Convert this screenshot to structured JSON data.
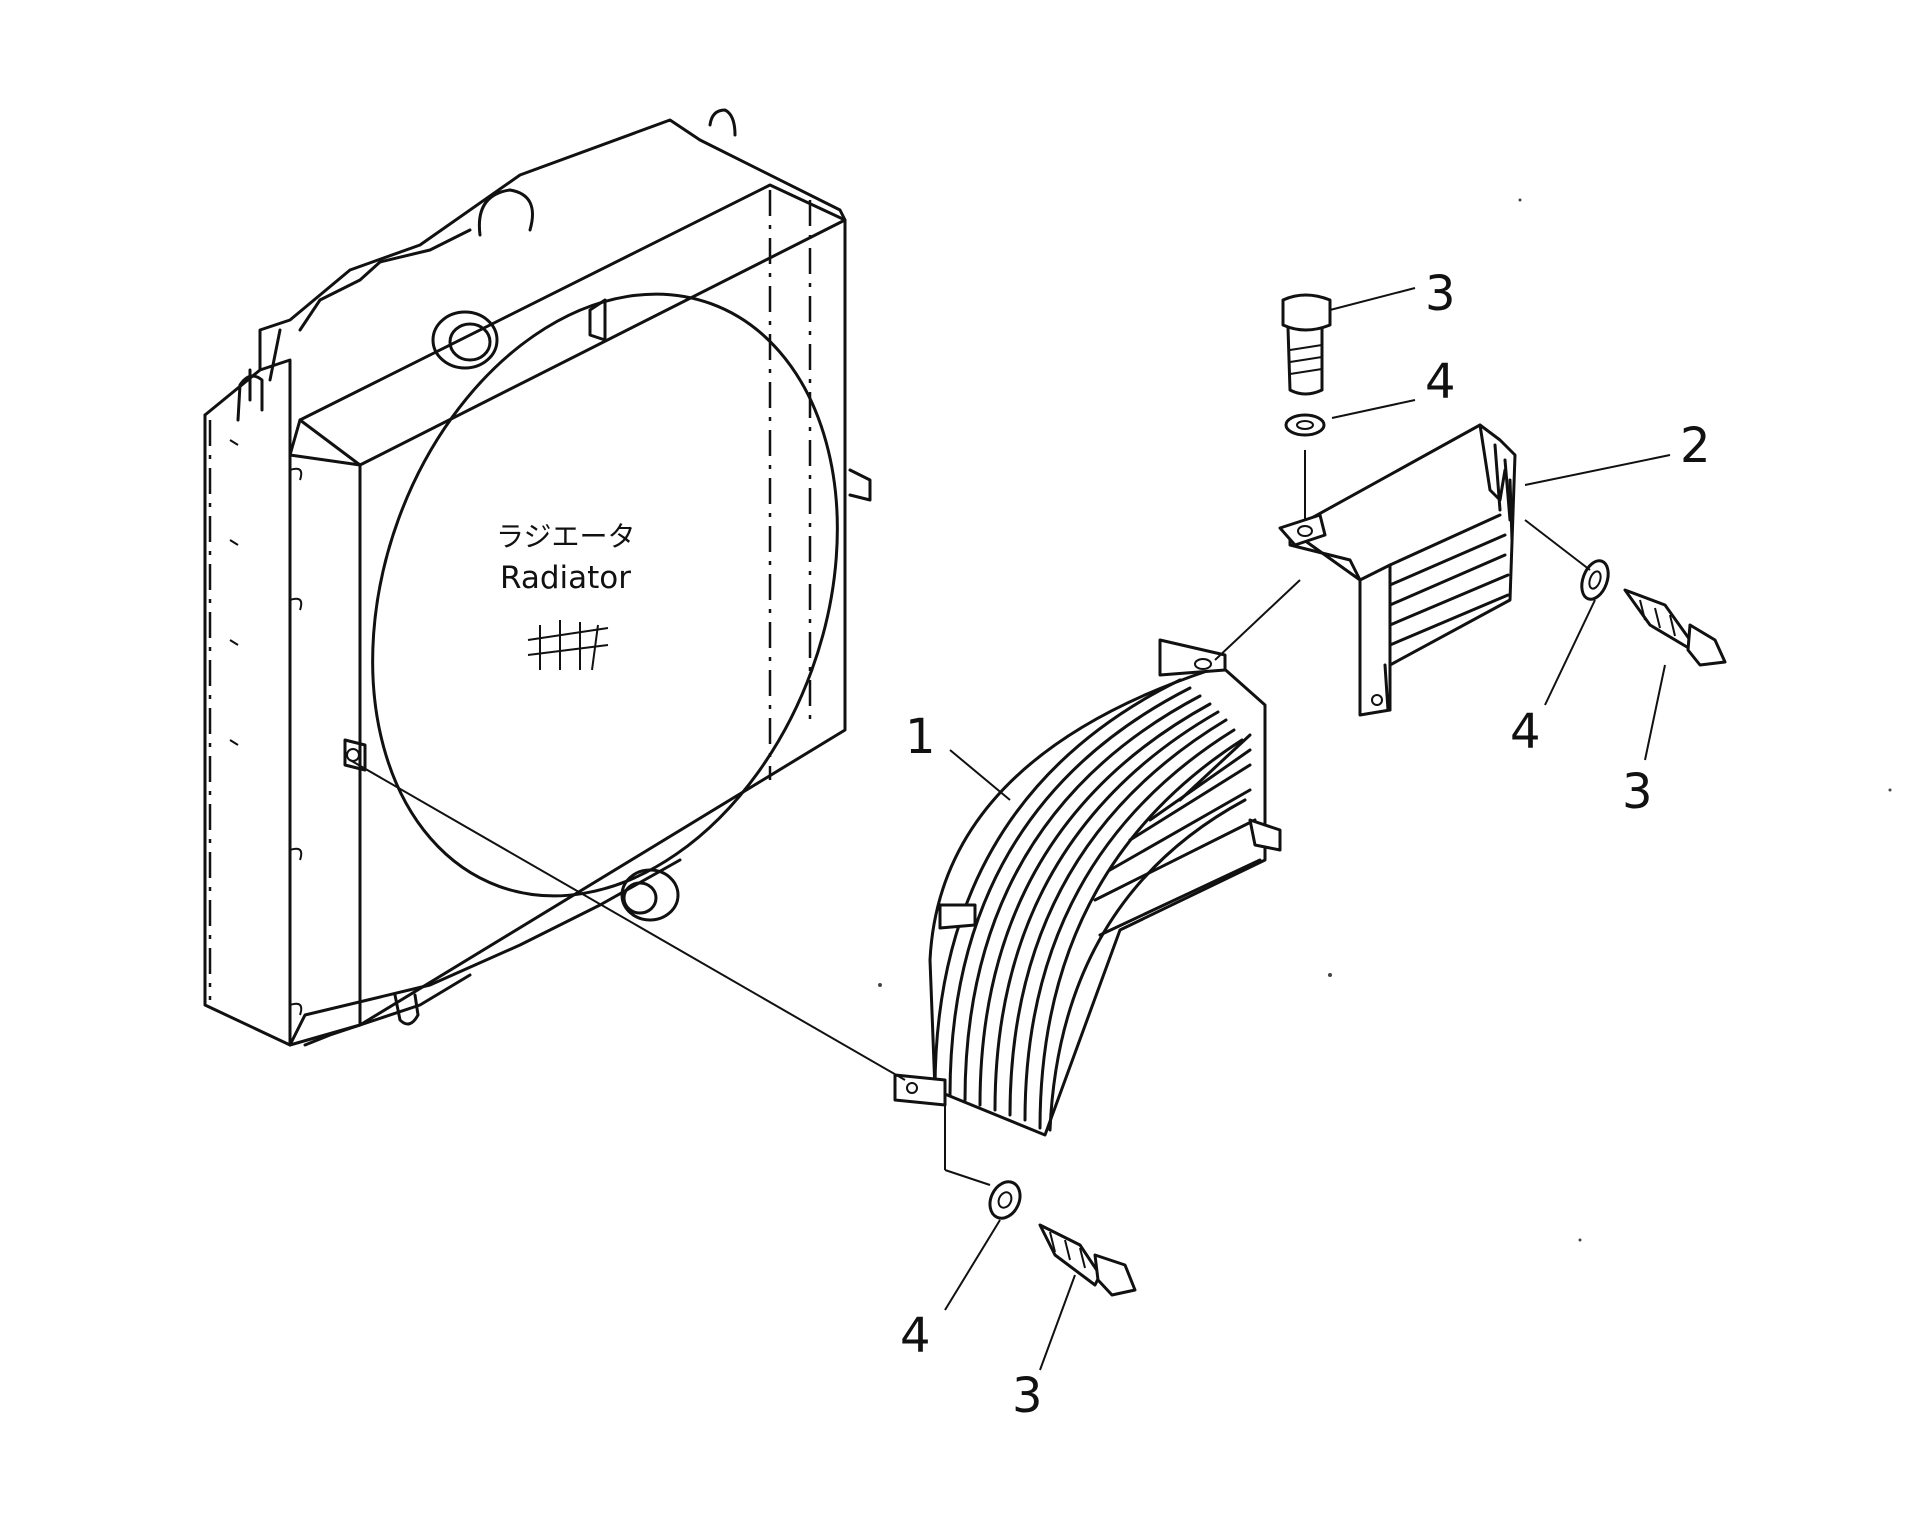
{
  "labels": {
    "radiator_jp": "ラジエータ",
    "radiator_en": "Radiator"
  },
  "callouts": [
    {
      "id": "c1",
      "text": "1"
    },
    {
      "id": "c2",
      "text": "2"
    },
    {
      "id": "c3a",
      "text": "3"
    },
    {
      "id": "c4a",
      "text": "4"
    },
    {
      "id": "c4b",
      "text": "4"
    },
    {
      "id": "c3b",
      "text": "3"
    },
    {
      "id": "c4c",
      "text": "4"
    },
    {
      "id": "c3c",
      "text": "3"
    }
  ]
}
